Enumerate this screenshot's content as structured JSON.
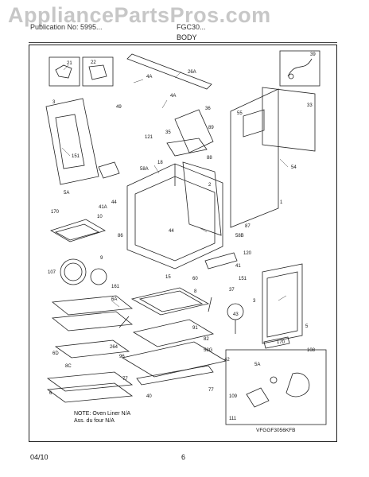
{
  "watermark": "AppliancePartsPros.com",
  "header": {
    "left": "Publication No: 5995...",
    "mid": "FGC30...",
    "section": "BODY"
  },
  "footer": {
    "date": "04/10",
    "page": "6"
  },
  "note": {
    "line1": "NOTE: Oven Liner N/A",
    "line2": "Ass. du four N/A"
  },
  "diagram_code": "VFGGF3056KFB",
  "callouts": [
    "21",
    "22",
    "4A",
    "26A",
    "39",
    "49",
    "4A",
    "36",
    "55",
    "33",
    "3",
    "35",
    "89",
    "121",
    "151",
    "54",
    "18",
    "58A",
    "88",
    "5A",
    "44",
    "2",
    "41A",
    "10",
    "170",
    "1",
    "44",
    "87",
    "86",
    "58B",
    "120",
    "41",
    "107",
    "15",
    "37",
    "9",
    "60",
    "151",
    "161",
    "3",
    "6A",
    "8",
    "43",
    "5",
    "91",
    "82",
    "264",
    "58G",
    "42",
    "170",
    "5A",
    "6D",
    "96",
    "8C",
    "108",
    "77",
    "6",
    "40",
    "77",
    "109",
    "111"
  ]
}
